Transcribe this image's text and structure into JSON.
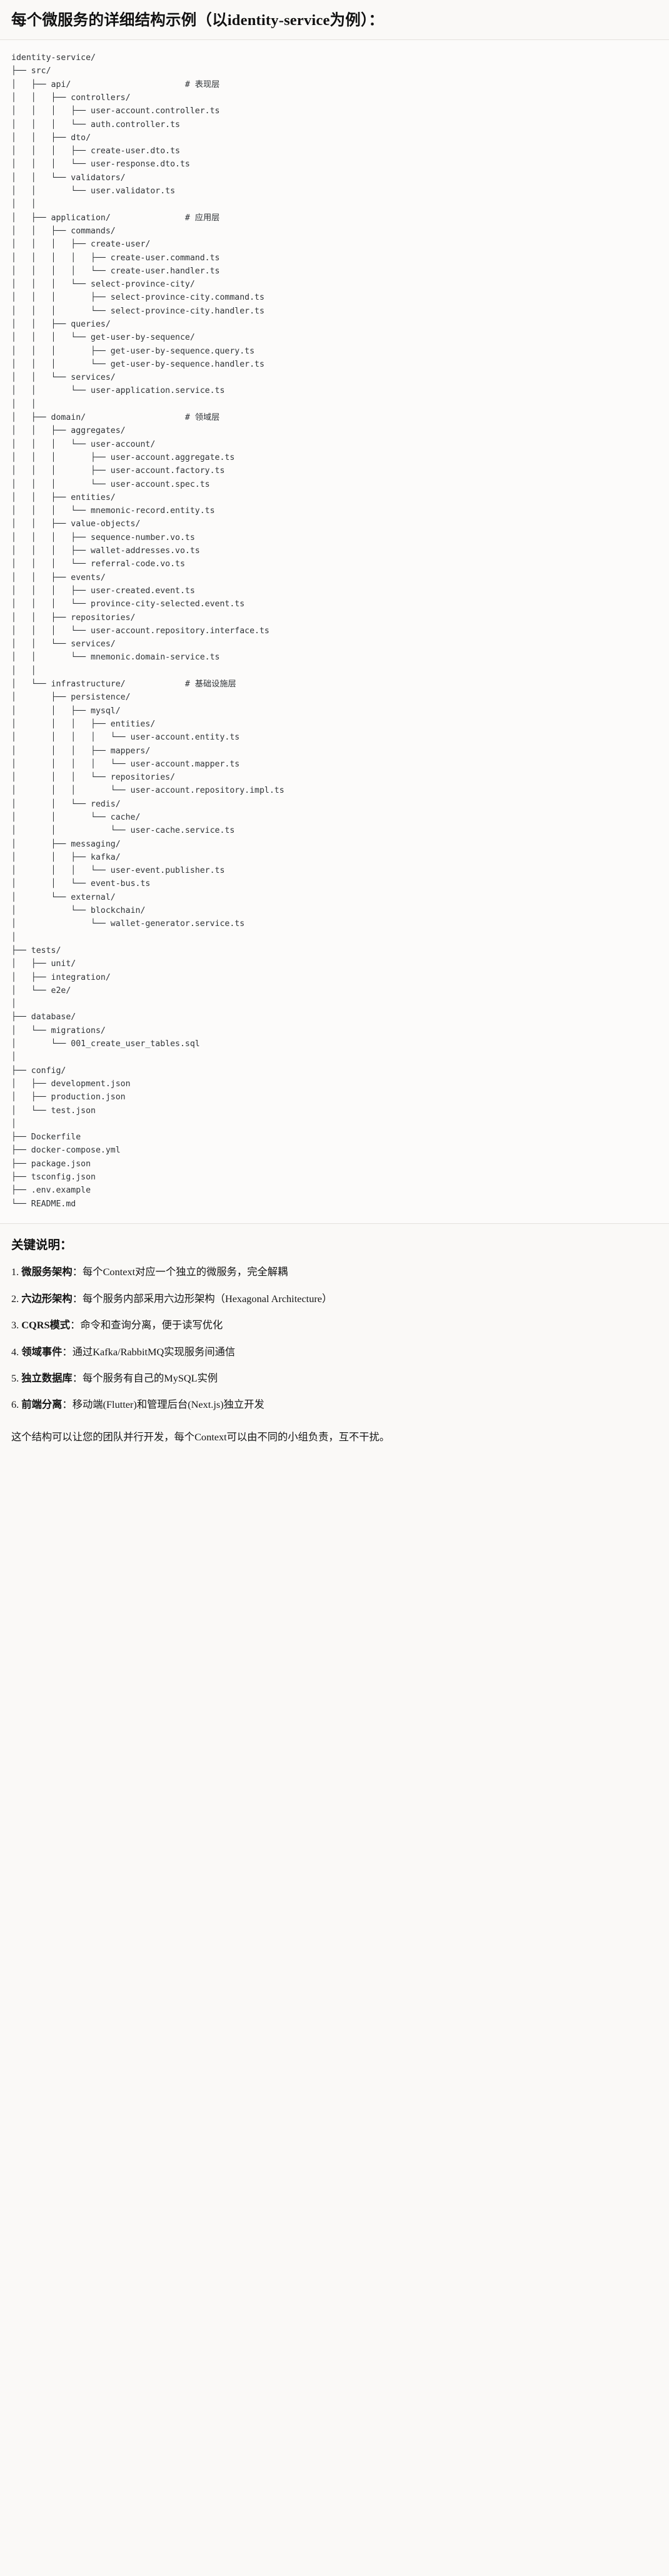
{
  "heading": "每个微服务的详细结构示例（以identity-service为例）：",
  "tree": {
    "root": "identity-service/",
    "lines": [
      {
        "prefix": "",
        "name": "identity-service/",
        "comment": ""
      },
      {
        "prefix": "├── ",
        "name": "src/",
        "comment": ""
      },
      {
        "prefix": "│   ├── ",
        "name": "api/",
        "comment": "# 表现层"
      },
      {
        "prefix": "│   │   ├── ",
        "name": "controllers/",
        "comment": ""
      },
      {
        "prefix": "│   │   │   ├── ",
        "name": "user-account.controller.ts",
        "comment": ""
      },
      {
        "prefix": "│   │   │   └── ",
        "name": "auth.controller.ts",
        "comment": ""
      },
      {
        "prefix": "│   │   ├── ",
        "name": "dto/",
        "comment": ""
      },
      {
        "prefix": "│   │   │   ├── ",
        "name": "create-user.dto.ts",
        "comment": ""
      },
      {
        "prefix": "│   │   │   └── ",
        "name": "user-response.dto.ts",
        "comment": ""
      },
      {
        "prefix": "│   │   └── ",
        "name": "validators/",
        "comment": ""
      },
      {
        "prefix": "│   │       └── ",
        "name": "user.validator.ts",
        "comment": ""
      },
      {
        "prefix": "│   │",
        "name": "",
        "comment": ""
      },
      {
        "prefix": "│   ├── ",
        "name": "application/",
        "comment": "# 应用层"
      },
      {
        "prefix": "│   │   ├── ",
        "name": "commands/",
        "comment": ""
      },
      {
        "prefix": "│   │   │   ├── ",
        "name": "create-user/",
        "comment": ""
      },
      {
        "prefix": "│   │   │   │   ├── ",
        "name": "create-user.command.ts",
        "comment": ""
      },
      {
        "prefix": "│   │   │   │   └── ",
        "name": "create-user.handler.ts",
        "comment": ""
      },
      {
        "prefix": "│   │   │   └── ",
        "name": "select-province-city/",
        "comment": ""
      },
      {
        "prefix": "│   │   │       ├── ",
        "name": "select-province-city.command.ts",
        "comment": ""
      },
      {
        "prefix": "│   │   │       └── ",
        "name": "select-province-city.handler.ts",
        "comment": ""
      },
      {
        "prefix": "│   │   ├── ",
        "name": "queries/",
        "comment": ""
      },
      {
        "prefix": "│   │   │   └── ",
        "name": "get-user-by-sequence/",
        "comment": ""
      },
      {
        "prefix": "│   │   │       ├── ",
        "name": "get-user-by-sequence.query.ts",
        "comment": ""
      },
      {
        "prefix": "│   │   │       └── ",
        "name": "get-user-by-sequence.handler.ts",
        "comment": ""
      },
      {
        "prefix": "│   │   └── ",
        "name": "services/",
        "comment": ""
      },
      {
        "prefix": "│   │       └── ",
        "name": "user-application.service.ts",
        "comment": ""
      },
      {
        "prefix": "│   │",
        "name": "",
        "comment": ""
      },
      {
        "prefix": "│   ├── ",
        "name": "domain/",
        "comment": "# 领域层"
      },
      {
        "prefix": "│   │   ├── ",
        "name": "aggregates/",
        "comment": ""
      },
      {
        "prefix": "│   │   │   └── ",
        "name": "user-account/",
        "comment": ""
      },
      {
        "prefix": "│   │   │       ├── ",
        "name": "user-account.aggregate.ts",
        "comment": ""
      },
      {
        "prefix": "│   │   │       ├── ",
        "name": "user-account.factory.ts",
        "comment": ""
      },
      {
        "prefix": "│   │   │       └── ",
        "name": "user-account.spec.ts",
        "comment": ""
      },
      {
        "prefix": "│   │   ├── ",
        "name": "entities/",
        "comment": ""
      },
      {
        "prefix": "│   │   │   └── ",
        "name": "mnemonic-record.entity.ts",
        "comment": ""
      },
      {
        "prefix": "│   │   ├── ",
        "name": "value-objects/",
        "comment": ""
      },
      {
        "prefix": "│   │   │   ├── ",
        "name": "sequence-number.vo.ts",
        "comment": ""
      },
      {
        "prefix": "│   │   │   ├── ",
        "name": "wallet-addresses.vo.ts",
        "comment": ""
      },
      {
        "prefix": "│   │   │   └── ",
        "name": "referral-code.vo.ts",
        "comment": ""
      },
      {
        "prefix": "│   │   ├── ",
        "name": "events/",
        "comment": ""
      },
      {
        "prefix": "│   │   │   ├── ",
        "name": "user-created.event.ts",
        "comment": ""
      },
      {
        "prefix": "│   │   │   └── ",
        "name": "province-city-selected.event.ts",
        "comment": ""
      },
      {
        "prefix": "│   │   ├── ",
        "name": "repositories/",
        "comment": ""
      },
      {
        "prefix": "│   │   │   └── ",
        "name": "user-account.repository.interface.ts",
        "comment": ""
      },
      {
        "prefix": "│   │   └── ",
        "name": "services/",
        "comment": ""
      },
      {
        "prefix": "│   │       └── ",
        "name": "mnemonic.domain-service.ts",
        "comment": ""
      },
      {
        "prefix": "│   │",
        "name": "",
        "comment": ""
      },
      {
        "prefix": "│   └── ",
        "name": "infrastructure/",
        "comment": "# 基础设施层"
      },
      {
        "prefix": "│       ├── ",
        "name": "persistence/",
        "comment": ""
      },
      {
        "prefix": "│       │   ├── ",
        "name": "mysql/",
        "comment": ""
      },
      {
        "prefix": "│       │   │   ├── ",
        "name": "entities/",
        "comment": ""
      },
      {
        "prefix": "│       │   │   │   └── ",
        "name": "user-account.entity.ts",
        "comment": ""
      },
      {
        "prefix": "│       │   │   ├── ",
        "name": "mappers/",
        "comment": ""
      },
      {
        "prefix": "│       │   │   │   └── ",
        "name": "user-account.mapper.ts",
        "comment": ""
      },
      {
        "prefix": "│       │   │   └── ",
        "name": "repositories/",
        "comment": ""
      },
      {
        "prefix": "│       │   │       └── ",
        "name": "user-account.repository.impl.ts",
        "comment": ""
      },
      {
        "prefix": "│       │   └── ",
        "name": "redis/",
        "comment": ""
      },
      {
        "prefix": "│       │       └── ",
        "name": "cache/",
        "comment": ""
      },
      {
        "prefix": "│       │           └── ",
        "name": "user-cache.service.ts",
        "comment": ""
      },
      {
        "prefix": "│       ├── ",
        "name": "messaging/",
        "comment": ""
      },
      {
        "prefix": "│       │   ├── ",
        "name": "kafka/",
        "comment": ""
      },
      {
        "prefix": "│       │   │   └── ",
        "name": "user-event.publisher.ts",
        "comment": ""
      },
      {
        "prefix": "│       │   └── ",
        "name": "event-bus.ts",
        "comment": ""
      },
      {
        "prefix": "│       └── ",
        "name": "external/",
        "comment": ""
      },
      {
        "prefix": "│           └── ",
        "name": "blockchain/",
        "comment": ""
      },
      {
        "prefix": "│               └── ",
        "name": "wallet-generator.service.ts",
        "comment": ""
      },
      {
        "prefix": "│",
        "name": "",
        "comment": ""
      },
      {
        "prefix": "├── ",
        "name": "tests/",
        "comment": ""
      },
      {
        "prefix": "│   ├── ",
        "name": "unit/",
        "comment": ""
      },
      {
        "prefix": "│   ├── ",
        "name": "integration/",
        "comment": ""
      },
      {
        "prefix": "│   └── ",
        "name": "e2e/",
        "comment": ""
      },
      {
        "prefix": "│",
        "name": "",
        "comment": ""
      },
      {
        "prefix": "├── ",
        "name": "database/",
        "comment": ""
      },
      {
        "prefix": "│   └── ",
        "name": "migrations/",
        "comment": ""
      },
      {
        "prefix": "│       └── ",
        "name": "001_create_user_tables.sql",
        "comment": ""
      },
      {
        "prefix": "│",
        "name": "",
        "comment": ""
      },
      {
        "prefix": "├── ",
        "name": "config/",
        "comment": ""
      },
      {
        "prefix": "│   ├── ",
        "name": "development.json",
        "comment": ""
      },
      {
        "prefix": "│   ├── ",
        "name": "production.json",
        "comment": ""
      },
      {
        "prefix": "│   └── ",
        "name": "test.json",
        "comment": ""
      },
      {
        "prefix": "│",
        "name": "",
        "comment": ""
      },
      {
        "prefix": "├── ",
        "name": "Dockerfile",
        "comment": ""
      },
      {
        "prefix": "├── ",
        "name": "docker-compose.yml",
        "comment": ""
      },
      {
        "prefix": "├── ",
        "name": "package.json",
        "comment": ""
      },
      {
        "prefix": "├── ",
        "name": "tsconfig.json",
        "comment": ""
      },
      {
        "prefix": "├── ",
        "name": ".env.example",
        "comment": ""
      },
      {
        "prefix": "└── ",
        "name": "README.md",
        "comment": ""
      }
    ]
  },
  "notes": {
    "title": "关键说明：",
    "items": [
      {
        "num": "1.",
        "term": "微服务架构",
        "sep": "：",
        "desc": "每个Context对应一个独立的微服务，完全解耦"
      },
      {
        "num": "2.",
        "term": "六边形架构",
        "sep": "：",
        "desc": "每个服务内部采用六边形架构（Hexagonal Architecture）"
      },
      {
        "num": "3.",
        "term": "CQRS模式",
        "sep": "：",
        "desc": "命令和查询分离，便于读写优化"
      },
      {
        "num": "4.",
        "term": "领域事件",
        "sep": "：",
        "desc": "通过Kafka/RabbitMQ实现服务间通信"
      },
      {
        "num": "5.",
        "term": "独立数据库",
        "sep": "：",
        "desc": "每个服务有自己的MySQL实例"
      },
      {
        "num": "6.",
        "term": "前端分离",
        "sep": "：",
        "desc": "移动端(Flutter)和管理后台(Next.js)独立开发"
      }
    ],
    "closing": "这个结构可以让您的团队并行开发，每个Context可以由不同的小组负责，互不干扰。"
  },
  "colors": {
    "page_bg": "#faf9f7",
    "code_bg": "#fcfbfa",
    "text": "#151515",
    "code_text": "#2f3337",
    "divider": "#e4e2dd"
  }
}
